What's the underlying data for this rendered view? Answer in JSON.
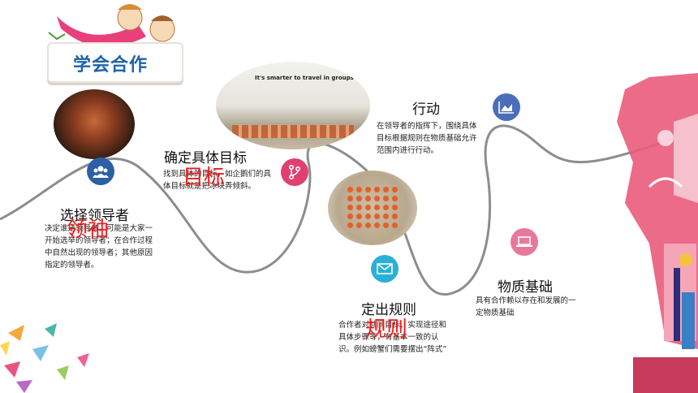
{
  "title": "学会合作",
  "photo_banner_text": "It's smarter to travel in groups",
  "steps": [
    {
      "heading": "选择领导者",
      "overlay": "领袖",
      "desc": "决定谁是领导者，可能是大家一开始选举的领导者；在合作过程中自然出现的领导者；其他原因指定的领导者。",
      "icon": "group-icon",
      "color": "#2b5fa6"
    },
    {
      "heading": "确定具体目标",
      "overlay": "目标",
      "desc": "找到具体的目标，如企鹅们的具体目标就是把冰块弄倾斜。",
      "icon": "fork-icon",
      "color": "#e0406f"
    },
    {
      "heading": "定出规则",
      "overlay": "规则",
      "desc": "合作者对共同目标、实现途径和具体步骤等，有基本一致的认识。例如螃蟹们需要摆出“阵式”",
      "icon": "mail-icon",
      "color": "#29b0d8"
    },
    {
      "heading": "行动",
      "overlay": "",
      "desc": "在领导者的指挥下，围绕具体目标根据规则在物质基础允许范围内进行行动。",
      "icon": "chart-icon",
      "color": "#4a6fb8"
    },
    {
      "heading": "物质基础",
      "overlay": "",
      "desc": "具有合作赖以存在和发展的一定物质基础",
      "icon": "laptop-icon",
      "color": "#e7789c"
    }
  ]
}
